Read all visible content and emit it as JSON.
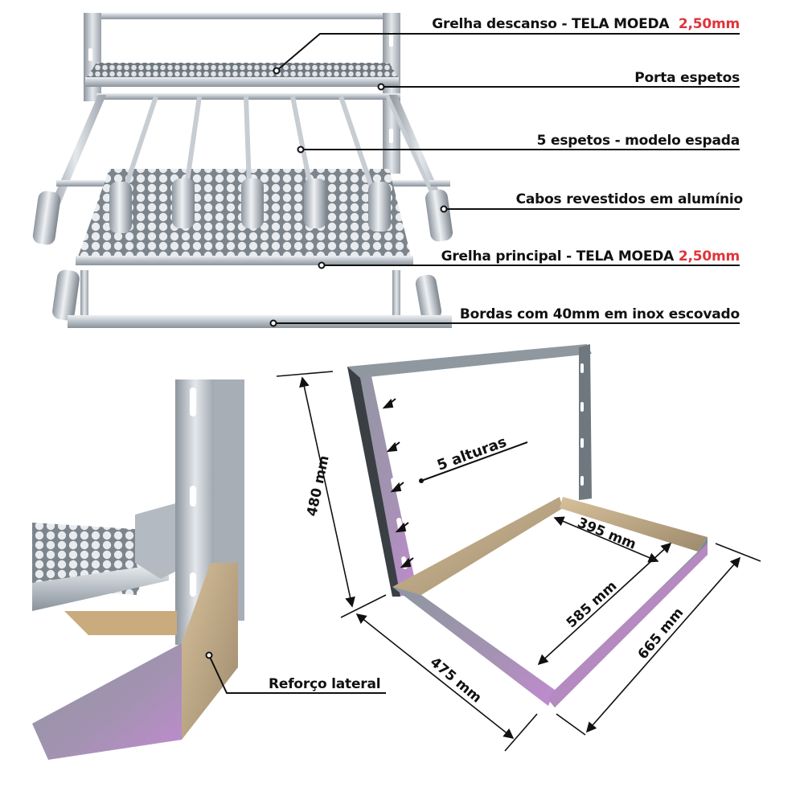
{
  "title": "Grill rack product features infographic",
  "colors": {
    "text": "#111111",
    "accent_red": "#e0343c",
    "steel_light": "#d9dde2",
    "steel_mid": "#a9b0b8",
    "steel_dark": "#6d757d",
    "purple_tint": "#b58ac0",
    "gold_tint": "#c9a46a"
  },
  "top_section": {
    "callouts": [
      {
        "label": "Grelha descanso - TELA MOEDA",
        "highlight": "2,50mm"
      },
      {
        "label": "Porta espetos",
        "highlight": ""
      },
      {
        "label": "5 espetos - modelo espada",
        "highlight": ""
      },
      {
        "label": "Cabos revestidos em alumínio",
        "highlight": ""
      },
      {
        "label": "Grelha principal - TELA MOEDA",
        "highlight": "2,50mm"
      },
      {
        "label": "Bordas com 40mm em inox escovado",
        "highlight": ""
      }
    ],
    "skewer_count": 5
  },
  "bottom_left": {
    "callout": "Reforço lateral"
  },
  "bottom_right": {
    "heights_label": "5 alturas",
    "dimensions": {
      "height": "480 mm",
      "inner_width": "395 mm",
      "inner_depth": "585 mm",
      "outer_depth": "665 mm",
      "outer_width": "475 mm"
    }
  }
}
